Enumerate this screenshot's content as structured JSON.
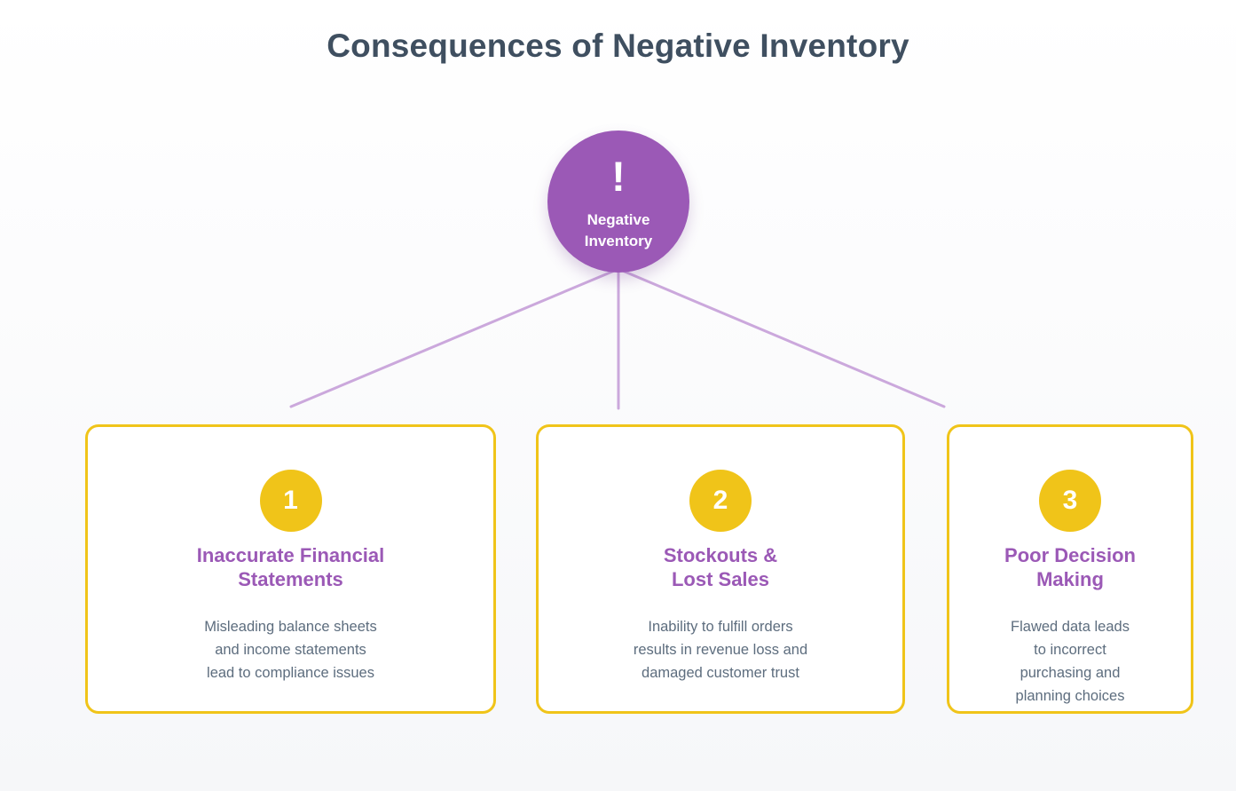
{
  "title": "Consequences of Negative Inventory",
  "root_node": {
    "icon": "!",
    "label": "Negative\nInventory"
  },
  "cards": [
    {
      "number": "1",
      "heading": "Inaccurate Financial\nStatements",
      "body": "Misleading balance sheets\nand income statements\nlead to compliance issues"
    },
    {
      "number": "2",
      "heading": "Stockouts &\nLost Sales",
      "body": "Inability to fulfill orders\nresults in revenue loss and\ndamaged customer trust"
    },
    {
      "number": "3",
      "heading": "Poor Decision\nMaking",
      "body": "Flawed data leads\nto incorrect\npurchasing and\nplanning choices"
    }
  ],
  "colors": {
    "node_purple": "#9b59b6",
    "accent_yellow": "#f0c419",
    "connector_lavender": "#cba8dc",
    "title_text": "#3f4f60",
    "heading_text": "#9b59b6",
    "body_text": "#5d6d7e"
  }
}
